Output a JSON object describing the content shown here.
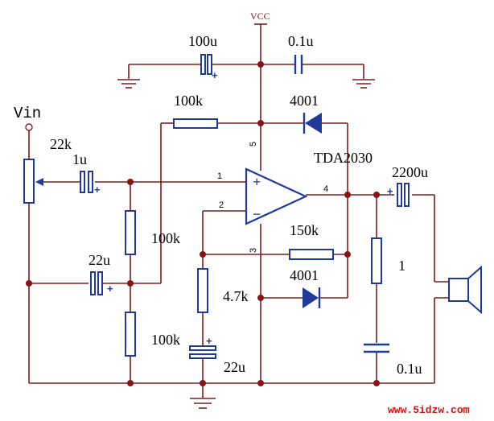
{
  "supply": {
    "vcc_label": "VCC"
  },
  "input": {
    "label": "Vin"
  },
  "chip": {
    "name": "TDA2030",
    "pin1": "1",
    "pin2": "2",
    "pin3": "3",
    "pin4": "4",
    "pin5": "5",
    "plus": "+",
    "minus": "−"
  },
  "components": {
    "c_supply_elec": "100u",
    "c_supply_cer": "0.1u",
    "r_bias_top": "100k",
    "d_top": "4001",
    "pot": "22k",
    "c_in": "1u",
    "r_div_top": "100k",
    "c_bias": "22u",
    "r_div_bot": "100k",
    "r_feedback": "150k",
    "d_bottom": "4001",
    "r_gain": "4.7k",
    "c_gain": "22u",
    "c_out": "2200u",
    "r_zobel": "1",
    "c_zobel": "0.1u"
  },
  "polarity_mark": "+",
  "watermark": "www.5idzw.com"
}
